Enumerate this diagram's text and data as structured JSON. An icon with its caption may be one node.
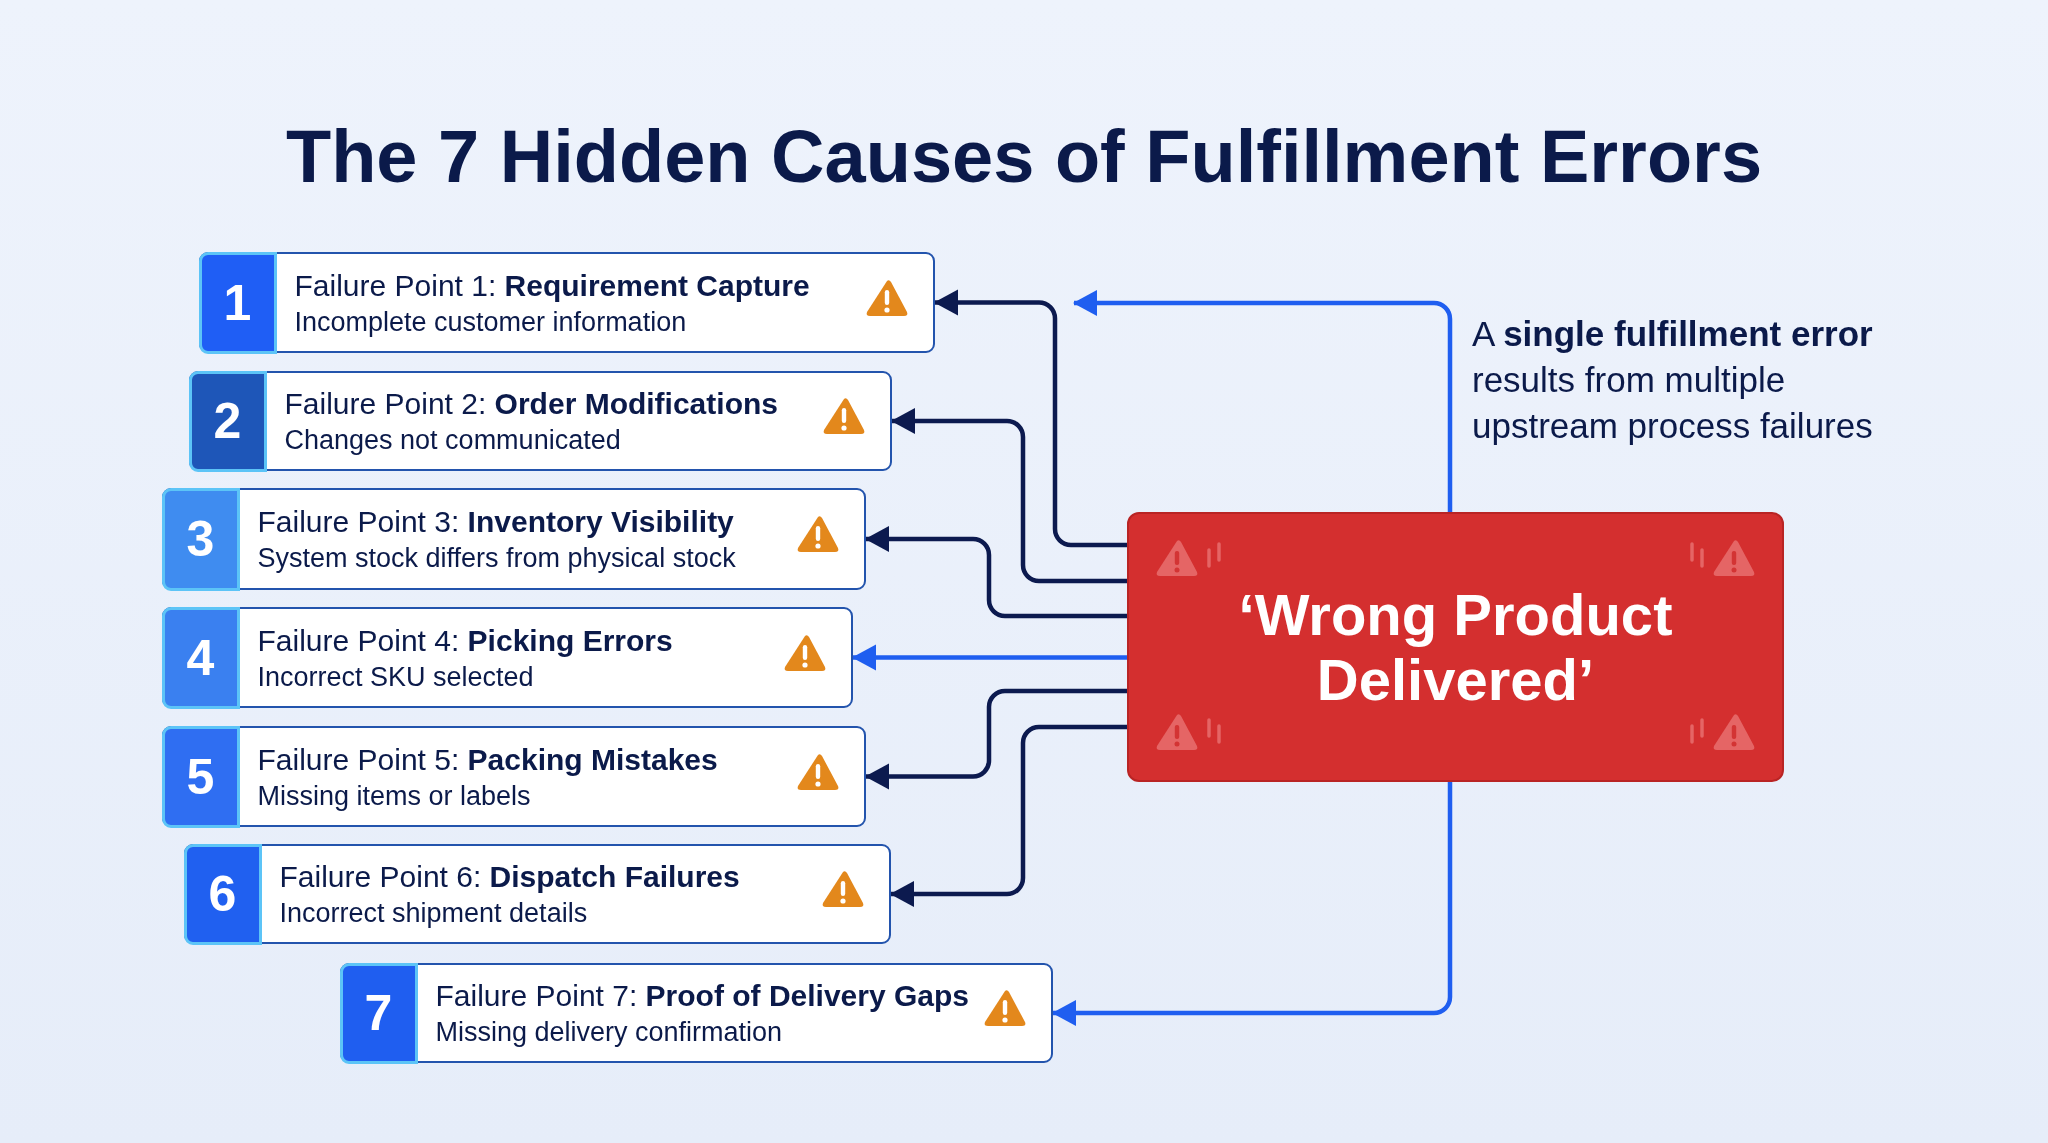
{
  "diagram": {
    "title": "The 7 Hidden Causes of Fulfillment Errors",
    "nodes": [
      {
        "text": [
          "1",
          "Failure Point 1: **Requirement Capture**",
          "Incomplete customer information"
        ]
      },
      {
        "text": [
          "2",
          "Failure Point 2: **Order Modifications**",
          "Changes not communicated"
        ]
      },
      {
        "text": [
          "3",
          "Failure Point 3: **Inventory Visibility**",
          "System stock differs from physical stock"
        ]
      },
      {
        "text": [
          "4",
          "Failure Point 4: **Picking Errors**",
          "Incorrect SKU selected"
        ]
      },
      {
        "text": [
          "5",
          "Failure Point 5: **Packing Mistakes**",
          "Missing items or labels"
        ]
      },
      {
        "text": [
          "6",
          "Failure Point 6: **Dispatch Failures**",
          "Incorrect shipment details"
        ]
      },
      {
        "text": [
          "7",
          "Failure Point 7: **Proof of Delivery Gaps**",
          "Missing delivery confirmation"
        ]
      },
      {
        "text": [
          "‘Wrong Product Delivered’"
        ]
      }
    ],
    "edges": [
      {
        "from": 7,
        "to": 0,
        "arrow": "to"
      },
      {
        "from": 7,
        "to": 1,
        "arrow": "to"
      },
      {
        "from": 7,
        "to": 2,
        "arrow": "to"
      },
      {
        "from": 7,
        "to": 3,
        "arrow": "to",
        "color": "#1f5ef0"
      },
      {
        "from": 7,
        "to": 4,
        "arrow": "to"
      },
      {
        "from": 7,
        "to": 5,
        "arrow": "to"
      },
      {
        "from": 7,
        "to": 6,
        "arrow": "to",
        "color": "#1f5ef0"
      },
      {
        "from": 7,
        "to": null,
        "arrow": "to",
        "color": "#1f5ef0"
      }
    ],
    "labels": [
      "A **single fulfillment error** results from multiple upstream process failures"
    ]
  }
}
